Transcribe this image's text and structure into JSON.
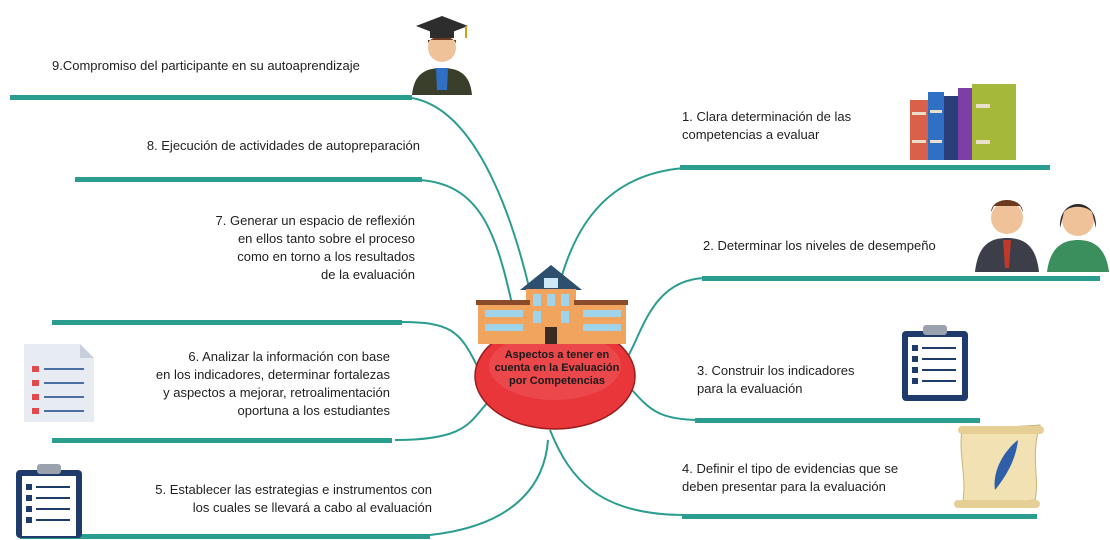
{
  "center": {
    "line1": "Aspectos a tener en",
    "line2": "cuenta  en la Evaluación",
    "line3": "por Competencias"
  },
  "items": {
    "i1": [
      "1. Clara  determinación de las",
      "competencias  a evaluar"
    ],
    "i2": [
      "2.  Determinar los niveles de desempeño"
    ],
    "i3": [
      "3. Construir  los indicadores",
      " para la evaluación"
    ],
    "i4": [
      "4. Definir el tipo de evidencias que se",
      "deben presentar para la evaluación"
    ],
    "i5": [
      "5. Establecer las estrategias e instrumentos con",
      "los cuales se llevará a cabo al evaluación"
    ],
    "i6": [
      "6. Analizar la información con base",
      "en los indicadores, determinar fortalezas",
      "y aspectos a mejorar, retroalimentación",
      "oportuna a los estudiantes"
    ],
    "i7": [
      "7. Generar un espacio de reflexión",
      "en ellos tanto sobre el proceso",
      "como en torno a los resultados",
      "de la evaluación"
    ],
    "i8": [
      "8. Ejecución de actividades  de autopreparación"
    ],
    "i9": [
      "9.Compromiso  del participante en su autoaprendizaje"
    ]
  },
  "colors": {
    "branch": "#2a9d8f",
    "center_fill": "#e8363a",
    "building": "#e8a35a"
  }
}
